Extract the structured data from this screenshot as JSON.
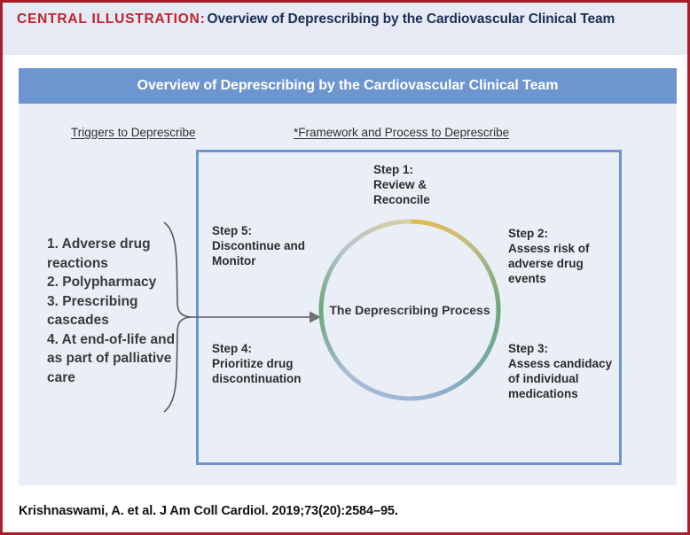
{
  "header": {
    "label": "CENTRAL ILLUSTRATION:",
    "title": "Overview of Deprescribing by the Cardiovascular Clinical Team"
  },
  "panel": {
    "title_bar": "Overview of Deprescribing by the Cardiovascular Clinical Team",
    "sections": {
      "triggers_heading": "Triggers to Deprescribe",
      "framework_heading": "*Framework and Process to Deprescribe"
    },
    "triggers": [
      "1. Adverse drug reactions",
      "2. Polypharmacy",
      "3. Prescribing cascades",
      "4. At end-of-life and as part of palliative care"
    ],
    "circle": {
      "center_label": "The Deprescribing Process"
    },
    "steps": [
      {
        "id": "step1",
        "title": "Step 1:",
        "body": "Review & Reconcile"
      },
      {
        "id": "step2",
        "title": "Step 2:",
        "body": "Assess risk of adverse drug events"
      },
      {
        "id": "step3",
        "title": "Step 3:",
        "body": "Assess candidacy of individual medications"
      },
      {
        "id": "step4",
        "title": "Step 4:",
        "body": "Prioritize drug discontinuation"
      },
      {
        "id": "step5",
        "title": "Step 5:",
        "body": "Discontinue and Monitor"
      }
    ]
  },
  "citation": "Krishnaswami, A. et al. J Am Coll Cardiol. 2019;73(20):2584–95.",
  "colors": {
    "frame_red": "#a81f2b",
    "label_red": "#c0232c",
    "header_band": "#e6eaf4",
    "title_bar_blue": "#6d96d0",
    "panel_bg": "#eaeef6",
    "ring_gold": "#e0b84a",
    "ring_green": "#6aa87a",
    "ring_blue": "#9fb6d8",
    "ring_gray": "#c3c6cb",
    "arrow_gray": "#5a5a60"
  }
}
